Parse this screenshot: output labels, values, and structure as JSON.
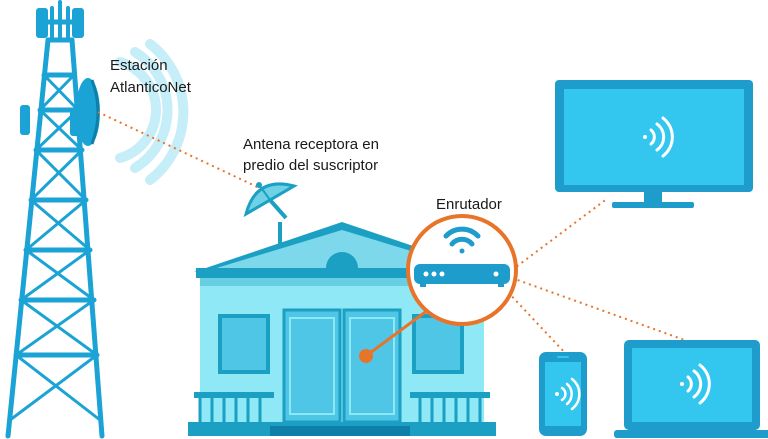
{
  "labels": {
    "station_line1": "Estación",
    "station_line2": "AtlanticoNet",
    "antenna_line1": "Antena receptora en",
    "antenna_line2": "predio del suscriptor",
    "router": "Enrutador"
  },
  "colors": {
    "tower": "#1aa3d4",
    "house_wall": "#8ee8f5",
    "house_roof": "#1ba0c4",
    "device": "#1e9ccc",
    "screen": "#33c7f0",
    "router_ring": "#e8742a",
    "signal_waves": "#c5eef8"
  },
  "icons": [
    "cell-tower-icon",
    "satellite-dish-icon",
    "house-icon",
    "router-icon",
    "wifi-icon",
    "tv-icon",
    "phone-icon",
    "laptop-icon"
  ]
}
